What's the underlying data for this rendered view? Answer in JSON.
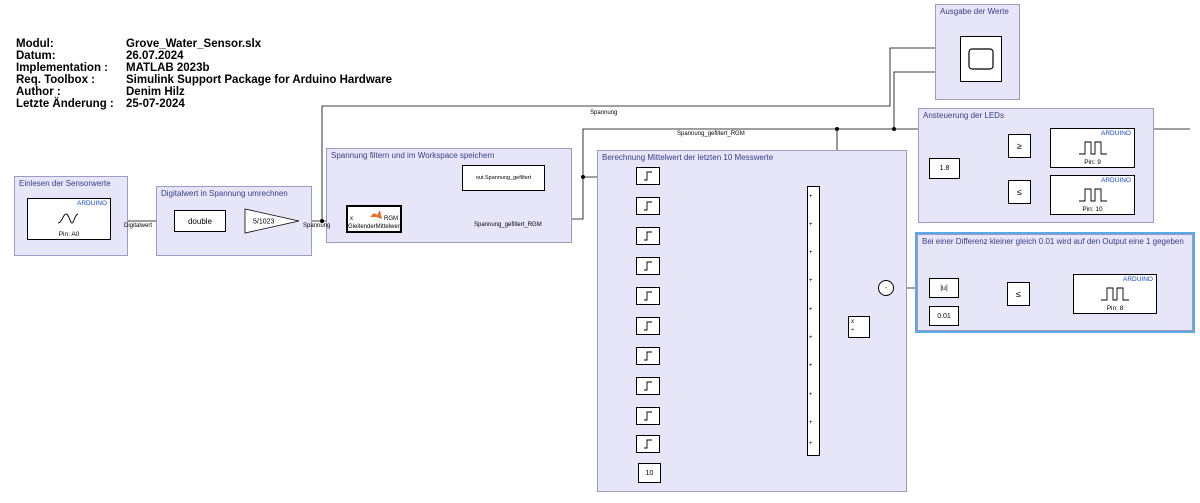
{
  "header": {
    "rows": [
      {
        "key": "Modul:",
        "value": "Grove_Water_Sensor.slx"
      },
      {
        "key": "Datum:",
        "value": "26.07.2024"
      },
      {
        "key": "Implementation :",
        "value": "MATLAB 2023b"
      },
      {
        "key": "Req. Toolbox :",
        "value": "Simulink Support Package for Arduino Hardware"
      },
      {
        "key": "Author :",
        "value": "Denim Hilz"
      },
      {
        "key": "Letzte Änderung :",
        "value": "25-07-2024"
      }
    ]
  },
  "areas": {
    "einlesen": "Einlesen der Sensorwerte",
    "digitalwert": "Digitalwert in Spannung umrechnen",
    "filtern": "Spannung filtern und im Workspace speichern",
    "mittelwert": "Berechnung Mittelwert der letzten 10 Messwerte",
    "ausgabe": "Ausgabe der Werte",
    "leds": "Ansteuerung der LEDs",
    "differenz": "Bei einer Differenz kleiner gleich 0.01 wird auf den Output eine 1 gegeben"
  },
  "blocks": {
    "arduino_tag": "ARDUINO",
    "analog_pin": "Pin: A0",
    "convert": "double",
    "gain": "5/1023",
    "mfn_in": "x",
    "mfn_out": "RGM",
    "mfn_name": "GleitenderMittelwert",
    "workspace": "out.Spannung_gefiltert",
    "led_const": "1.8",
    "ge": "≥",
    "le": "≤",
    "pin9": "Pin: 9",
    "pin10": "Pin: 10",
    "abs": "|u|",
    "eps": "0.01",
    "pin8": "Pin: 8",
    "ten": "10",
    "div_top": "x",
    "div_bottom": "÷",
    "sum_plus": "+",
    "sub_sign": "-"
  },
  "signals": {
    "digitalwert": "Digitalwert",
    "spannung": "Spannung",
    "spannung_gefiltert": "Spannung_gefiltert_RGM"
  }
}
